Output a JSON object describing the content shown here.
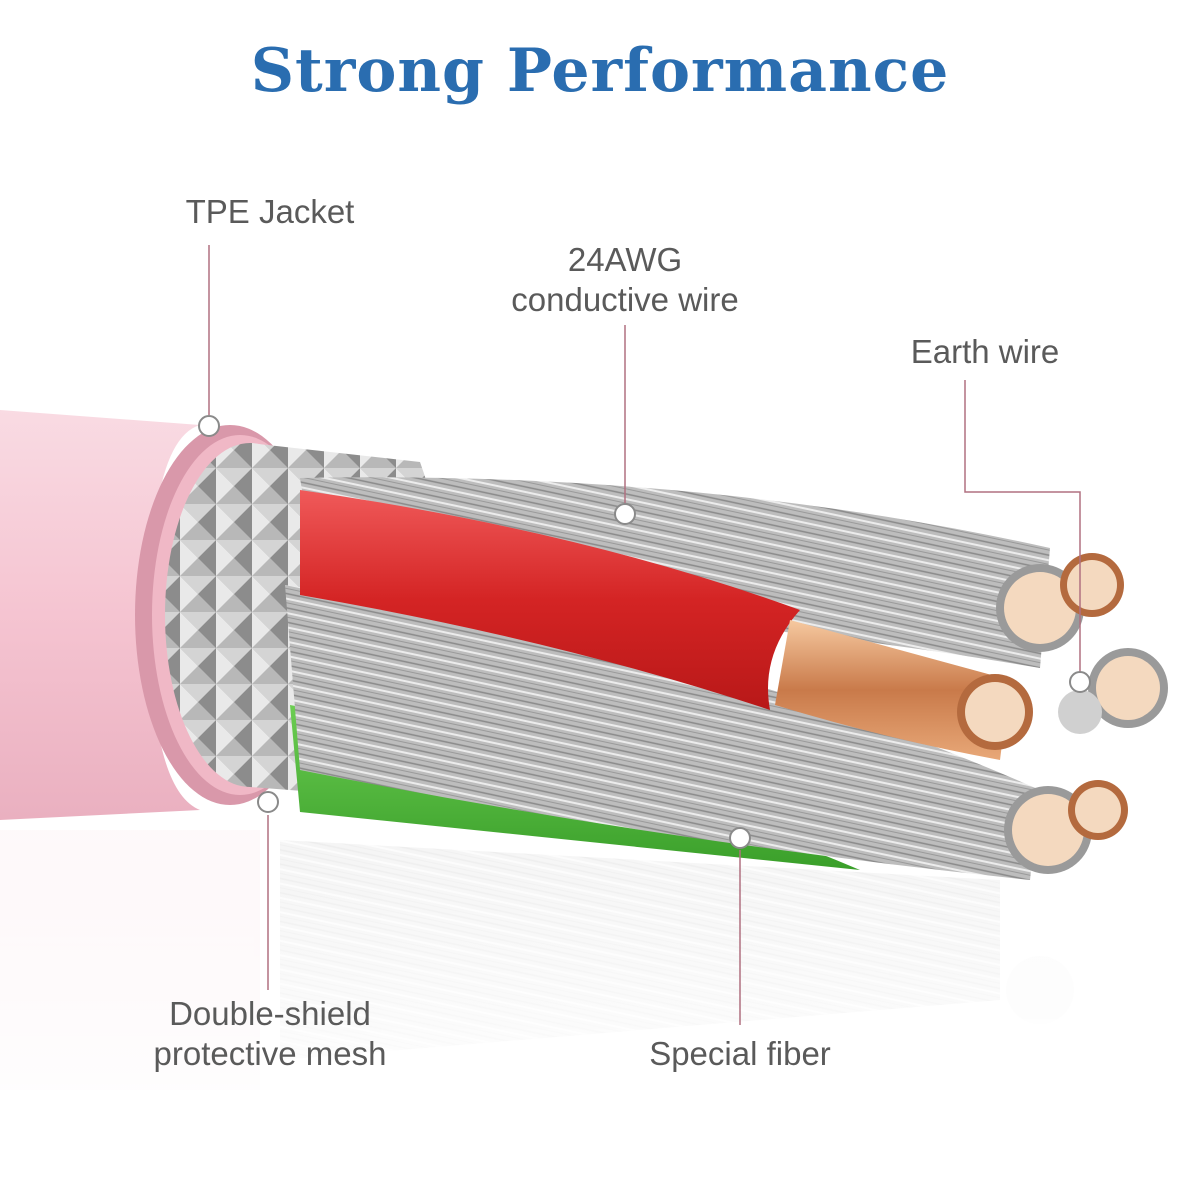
{
  "title": "Strong Performance",
  "labels": {
    "tpe_jacket": "TPE Jacket",
    "conductive_wire_line1": "24AWG",
    "conductive_wire_line2": "conductive wire",
    "earth_wire": "Earth wire",
    "shield_line1": "Double-shield",
    "shield_line2": "protective mesh",
    "special_fiber": "Special fiber"
  },
  "colors": {
    "title": "#2a6db0",
    "label_text": "#5a5a5a",
    "leader_line": "#b07080",
    "jacket_pink": "#f4c6d2",
    "red_insulation": "#e23a3a",
    "green_insulation": "#4cb83a",
    "copper": "#f2cfae",
    "silver": "#c8c8c8"
  }
}
